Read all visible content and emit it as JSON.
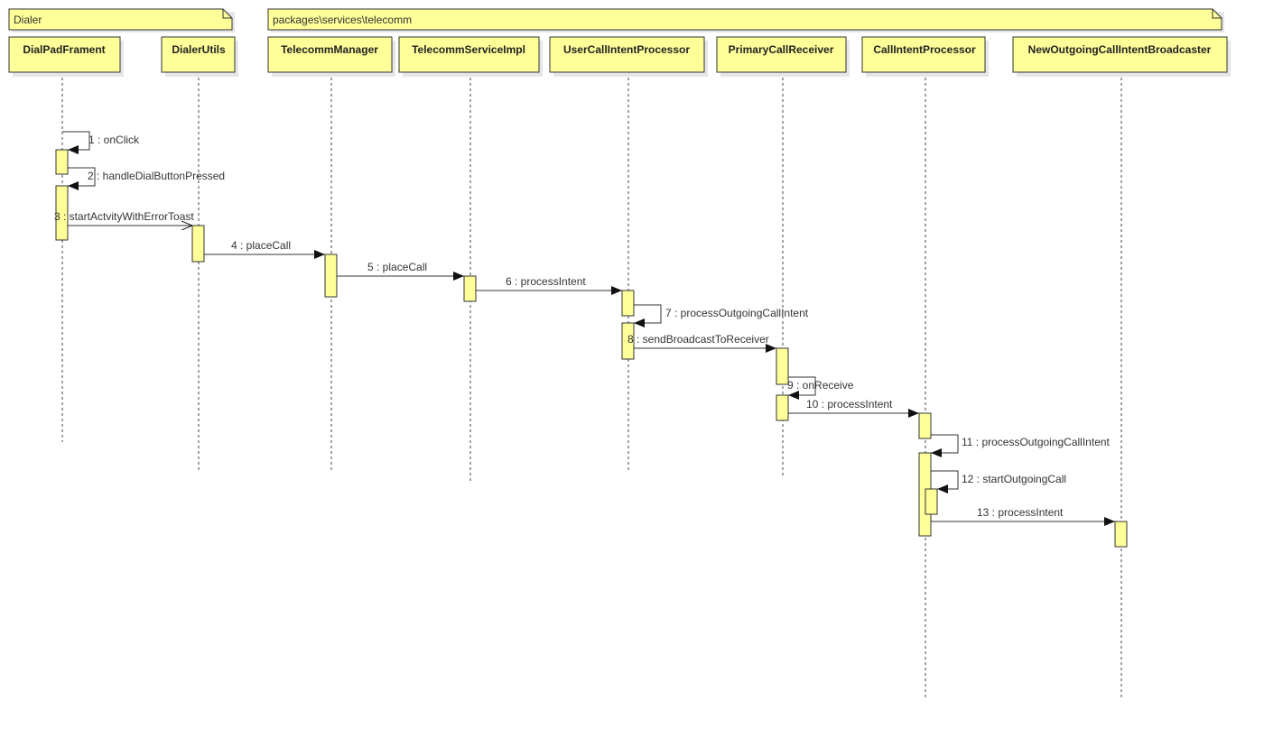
{
  "packages": [
    {
      "label": "Dialer"
    },
    {
      "label": "packages\\services\\telecomm"
    }
  ],
  "lifelines": [
    {
      "name": "DialPadFrament"
    },
    {
      "name": "DialerUtils"
    },
    {
      "name": "TelecommManager"
    },
    {
      "name": "TelecommServiceImpl"
    },
    {
      "name": "UserCallIntentProcessor"
    },
    {
      "name": "PrimaryCallReceiver"
    },
    {
      "name": "CallIntentProcessor"
    },
    {
      "name": "NewOutgoingCallIntentBroadcaster"
    }
  ],
  "messages": [
    {
      "label": "1 : onClick",
      "from": "DialPadFrament",
      "to": "DialPadFrament",
      "type": "self"
    },
    {
      "label": "2 : handleDialButtonPressed",
      "from": "DialPadFrament",
      "to": "DialPadFrament",
      "type": "self"
    },
    {
      "label": "3 : startActvityWithErrorToast",
      "from": "DialPadFrament",
      "to": "DialerUtils",
      "type": "async"
    },
    {
      "label": "4 : placeCall",
      "from": "DialerUtils",
      "to": "TelecommManager",
      "type": "sync"
    },
    {
      "label": "5 : placeCall",
      "from": "TelecommManager",
      "to": "TelecommServiceImpl",
      "type": "sync"
    },
    {
      "label": "6 : processIntent",
      "from": "TelecommServiceImpl",
      "to": "UserCallIntentProcessor",
      "type": "sync"
    },
    {
      "label": "7 : processOutgoingCallIntent",
      "from": "UserCallIntentProcessor",
      "to": "UserCallIntentProcessor",
      "type": "self"
    },
    {
      "label": "8 : sendBroadcastToReceiver",
      "from": "UserCallIntentProcessor",
      "to": "PrimaryCallReceiver",
      "type": "sync"
    },
    {
      "label": "9 : onReceive",
      "from": "PrimaryCallReceiver",
      "to": "PrimaryCallReceiver",
      "type": "self"
    },
    {
      "label": "10 : processIntent",
      "from": "PrimaryCallReceiver",
      "to": "CallIntentProcessor",
      "type": "sync"
    },
    {
      "label": "11 : processOutgoingCallIntent",
      "from": "CallIntentProcessor",
      "to": "CallIntentProcessor",
      "type": "self"
    },
    {
      "label": "12 : startOutgoingCall",
      "from": "CallIntentProcessor",
      "to": "CallIntentProcessor",
      "type": "self"
    },
    {
      "label": "13 : processIntent",
      "from": "CallIntentProcessor",
      "to": "NewOutgoingCallIntentBroadcaster",
      "type": "sync"
    }
  ]
}
